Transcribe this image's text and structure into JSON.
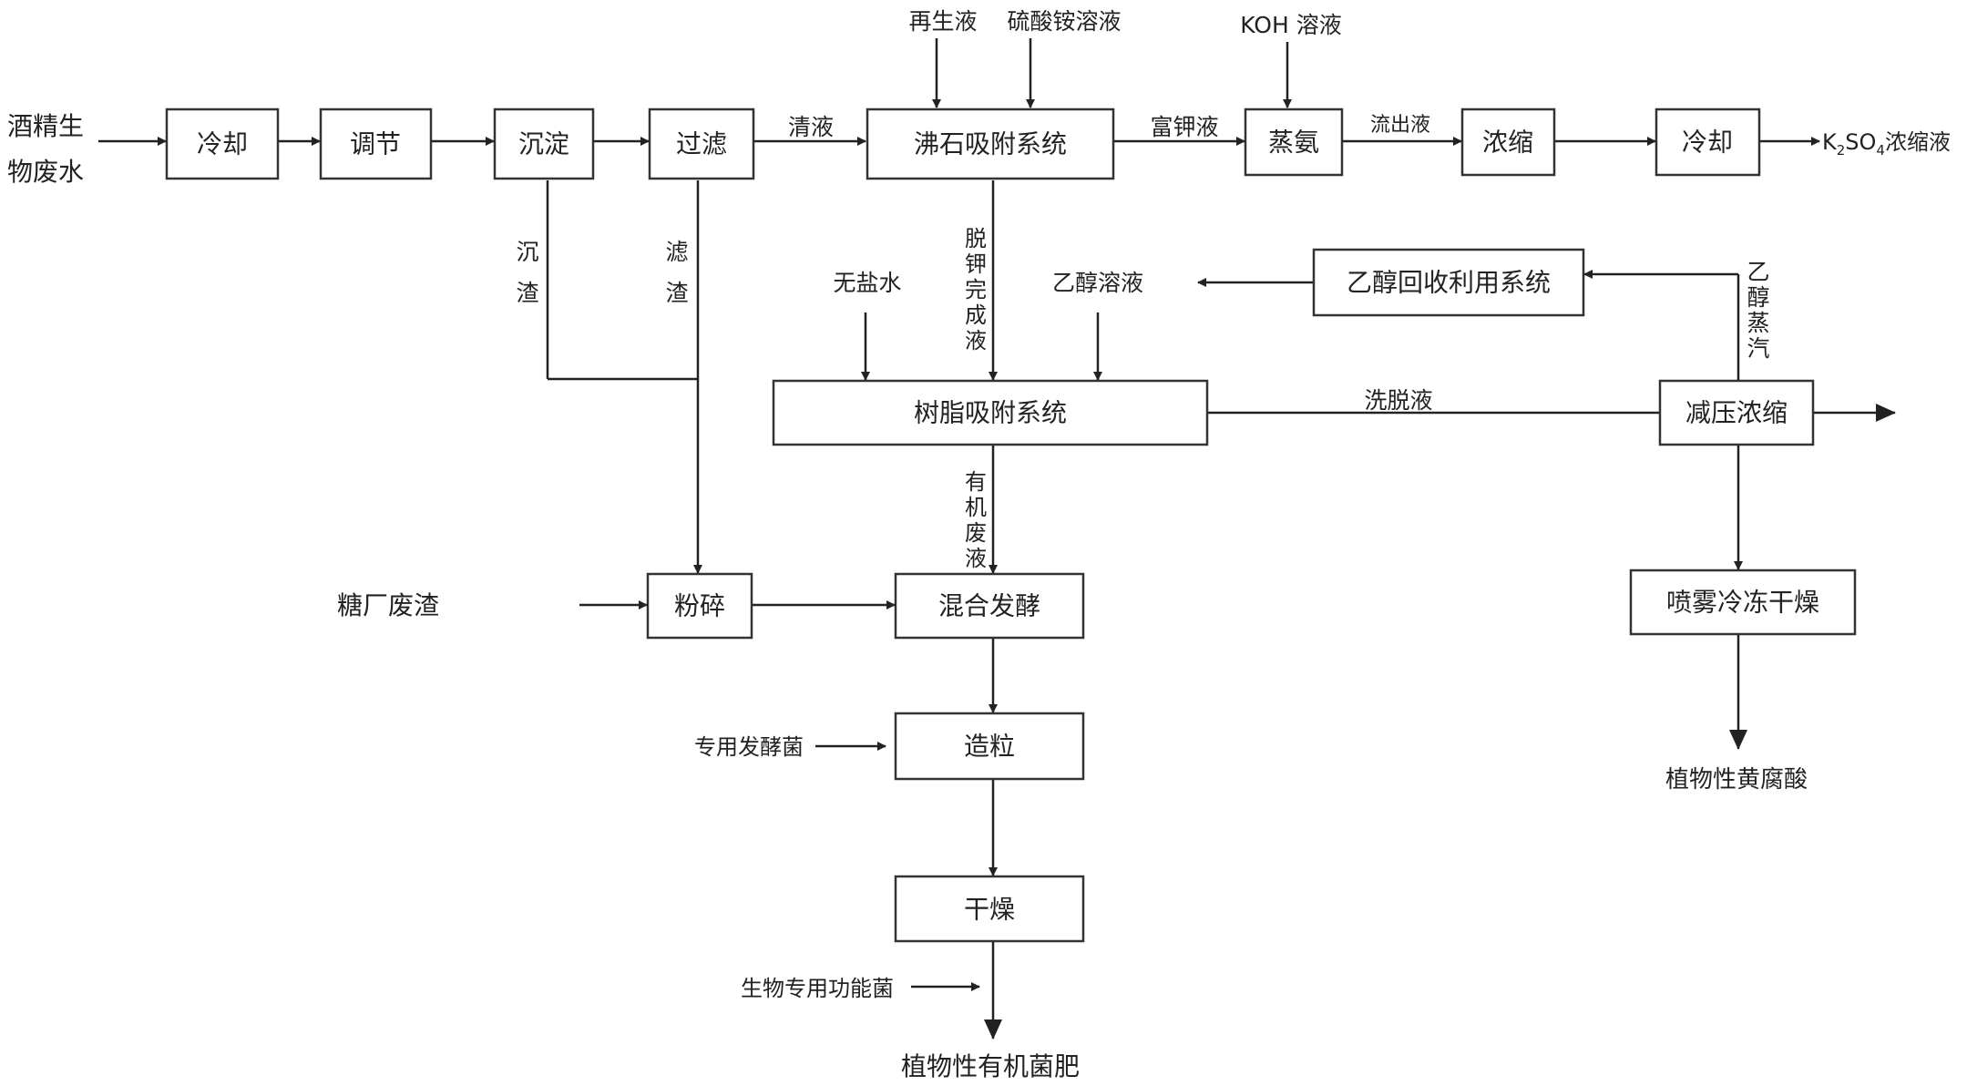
{
  "source": {
    "line1": "酒精生",
    "line2": "物废水"
  },
  "boxes": {
    "cool1": "冷却",
    "adjust": "调节",
    "settle": "沉淀",
    "filter": "过滤",
    "zeolite": "沸石吸附系统",
    "ammonia": "蒸氨",
    "concentrate": "浓缩",
    "cool2": "冷却",
    "ethanol_recovery": "乙醇回收利用系统",
    "resin": "树脂吸附系统",
    "vacuum": "减压浓缩",
    "crush": "粉碎",
    "mix": "混合发酵",
    "granulate": "造粒",
    "dry": "干燥",
    "spray": "喷雾冷冻干燥"
  },
  "inputs": {
    "regen": "再生液",
    "ammonium_sulfate": "硫酸铵溶液",
    "koh": "KOH 溶液",
    "salt_free_water": "无盐水",
    "ethanol_sol": "乙醇溶液",
    "sugar_residue": "糖厂废渣",
    "ferment_bacteria": "专用发酵菌",
    "functional_bacteria": "生物专用功能菌"
  },
  "flows": {
    "clear": "清液",
    "rich_k": "富钾液",
    "effluent": "流出液",
    "sediment": [
      "沉",
      "渣"
    ],
    "filter_residue": [
      "滤",
      "渣"
    ],
    "dek": [
      "脱",
      "钾",
      "完",
      "成",
      "液"
    ],
    "organic_waste": [
      "有",
      "机",
      "废",
      "液"
    ],
    "ethanol_vapor": [
      "乙",
      "醇",
      "蒸",
      "汽"
    ],
    "eluate": "洗脱液"
  },
  "outputs": {
    "k2so4_k": "K",
    "k2so4_2": "2",
    "k2so4_so": "SO",
    "k2so4_4": "4",
    "k2so4_rest": "浓缩液",
    "fulvic": "植物性黄腐酸",
    "fertilizer": "植物性有机菌肥"
  }
}
